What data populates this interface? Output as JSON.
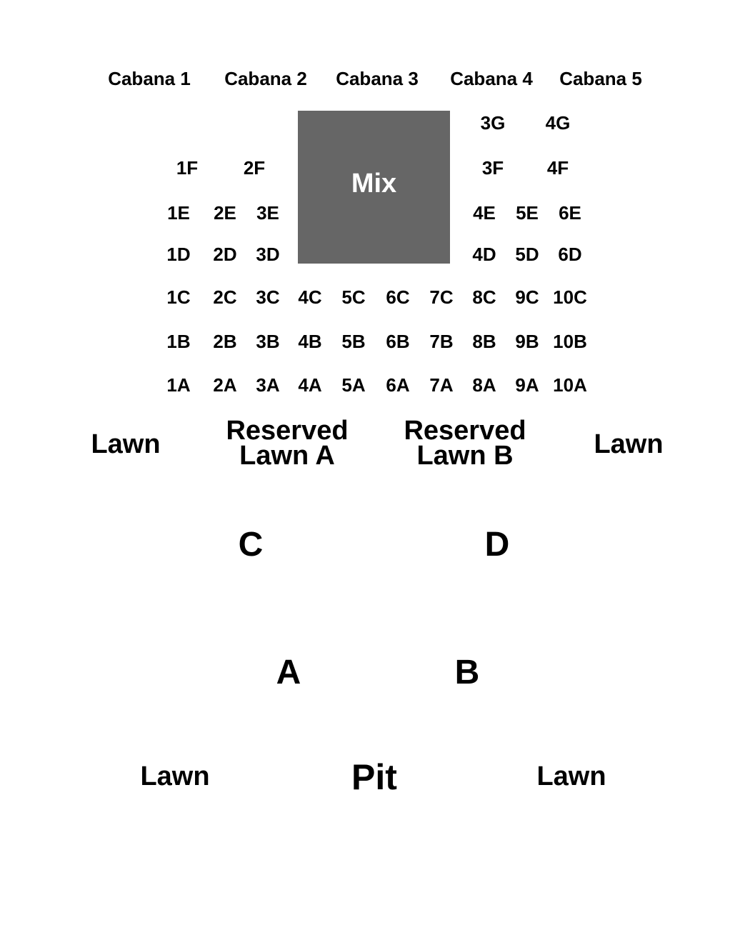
{
  "colors": {
    "background": "#ffffff",
    "text": "#000000",
    "mix_fill": "#666666",
    "mix_text": "#ffffff"
  },
  "cabanas": [
    "Cabana 1",
    "Cabana 2",
    "Cabana 3",
    "Cabana 4",
    "Cabana 5"
  ],
  "mix": {
    "label": "Mix"
  },
  "seats": {
    "row_g": [
      "3G",
      "4G"
    ],
    "row_f_left": [
      "1F",
      "2F"
    ],
    "row_f_right": [
      "3F",
      "4F"
    ],
    "row_e_left": [
      "1E",
      "2E",
      "3E"
    ],
    "row_e_right": [
      "4E",
      "5E",
      "6E"
    ],
    "row_d_left": [
      "1D",
      "2D",
      "3D"
    ],
    "row_d_right": [
      "4D",
      "5D",
      "6D"
    ],
    "row_c": [
      "1C",
      "2C",
      "3C",
      "4C",
      "5C",
      "6C",
      "7C",
      "8C",
      "9C",
      "10C"
    ],
    "row_b": [
      "1B",
      "2B",
      "3B",
      "4B",
      "5B",
      "6B",
      "7B",
      "8B",
      "9B",
      "10B"
    ],
    "row_a": [
      "1A",
      "2A",
      "3A",
      "4A",
      "5A",
      "6A",
      "7A",
      "8A",
      "9A",
      "10A"
    ]
  },
  "lawn_upper_left": "Lawn",
  "lawn_upper_right": "Lawn",
  "reserved_a": {
    "line1": "Reserved",
    "line2": "Lawn A"
  },
  "reserved_b": {
    "line1": "Reserved",
    "line2": "Lawn B"
  },
  "sections": {
    "c": "C",
    "d": "D",
    "a": "A",
    "b": "B"
  },
  "lawn_lower_left": "Lawn",
  "pit": "Pit",
  "lawn_lower_right": "Lawn"
}
